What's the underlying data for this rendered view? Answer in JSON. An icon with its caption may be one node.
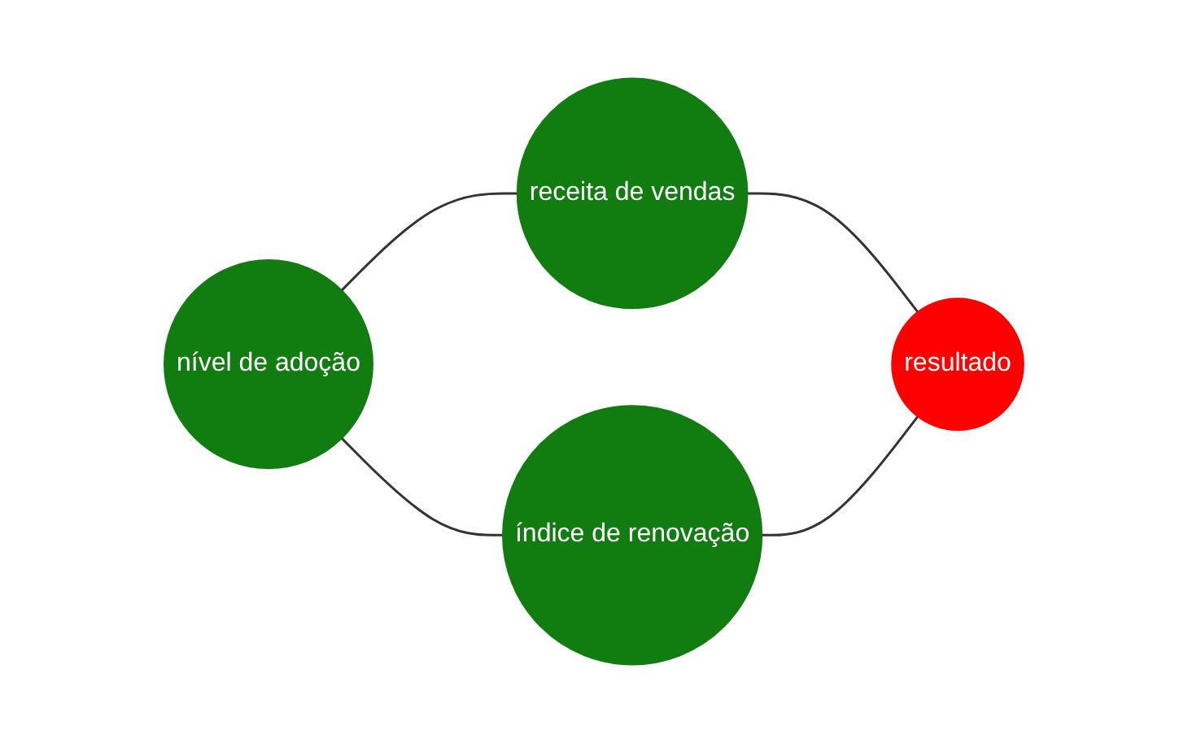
{
  "diagram": {
    "nodes": [
      {
        "text": [
          "nível de adoção"
        ]
      },
      {
        "text": [
          "receita de vendas"
        ]
      },
      {
        "text": [
          "índice de renovação"
        ]
      },
      {
        "text": [
          "resultado"
        ]
      }
    ],
    "edges": [
      {
        "from": 0,
        "to": 1,
        "arrow": "none"
      },
      {
        "from": 0,
        "to": 2,
        "arrow": "none"
      },
      {
        "from": 1,
        "to": 3,
        "arrow": "none"
      },
      {
        "from": 2,
        "to": 3,
        "arrow": "none"
      }
    ]
  }
}
